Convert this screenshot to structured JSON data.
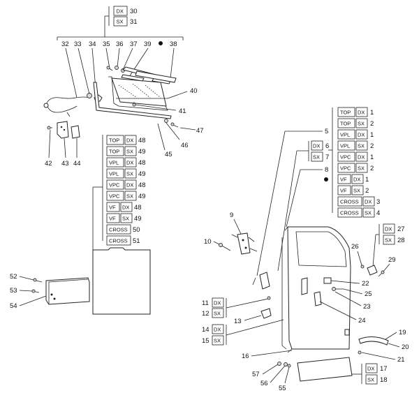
{
  "callouts": {
    "n30": "30",
    "n31": "31",
    "n32": "32",
    "n33": "33",
    "n34": "34",
    "n35": "35",
    "n36": "36",
    "n37": "37",
    "n39": "39",
    "n38": "38",
    "n40": "40",
    "n41": "41",
    "n42": "42",
    "n43": "43",
    "n44": "44",
    "n45": "45",
    "n46": "46",
    "n47": "47",
    "n48a": "48",
    "n49a": "49",
    "n48b": "48",
    "n49b": "49",
    "n48c": "48",
    "n49c": "49",
    "n48d": "48",
    "n49d": "49",
    "n50": "50",
    "n51": "51",
    "n52": "52",
    "n53": "53",
    "n54": "54",
    "n1a": "1",
    "n2a": "2",
    "n1b": "1",
    "n2b": "2",
    "n1c": "1",
    "n2c": "2",
    "n1d": "1",
    "n2d": "2",
    "n3": "3",
    "n4": "4",
    "n5": "5",
    "n6": "6",
    "n7": "7",
    "n8": "8",
    "n9": "9",
    "n10": "10",
    "n11": "11",
    "n12": "12",
    "n13": "13",
    "n14": "14",
    "n15": "15",
    "n16": "16",
    "n17": "17",
    "n18": "18",
    "n19": "19",
    "n20": "20",
    "n21": "21",
    "n22": "22",
    "n23": "23",
    "n24": "24",
    "n25": "25",
    "n26": "26",
    "n27": "27",
    "n28": "28",
    "n29": "29",
    "n55": "55",
    "n56": "56",
    "n57": "57"
  },
  "tags": {
    "dx": "DX",
    "sx": "SX",
    "top": "TOP",
    "vpl": "VPL",
    "vpc": "VPC",
    "vf": "VF",
    "cross": "CROSS"
  }
}
